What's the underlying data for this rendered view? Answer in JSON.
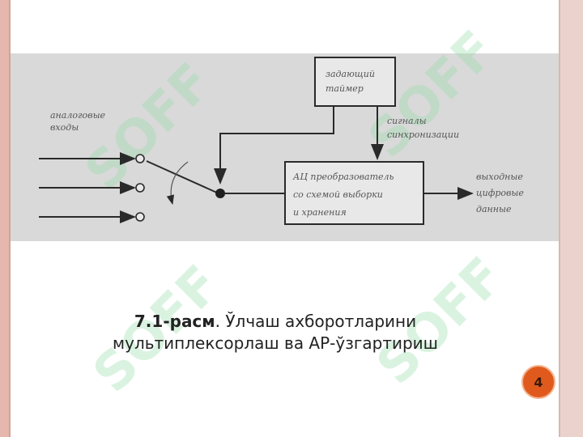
{
  "diagram": {
    "inputs_label": [
      "аналоговые",
      "входы"
    ],
    "timer_label": [
      "задающий",
      "таймер"
    ],
    "sync_label": [
      "сигналы",
      "синхронизации"
    ],
    "adc_label": [
      "АЦ преобразователь",
      "со схемой выборки",
      "и хранения"
    ],
    "outputs_label": [
      "выходные",
      "цифровые",
      "данные"
    ]
  },
  "caption": {
    "bold": "7.1-расм",
    "text_line1": ". Ўлчаш ахборотларини",
    "text_line2": "мультиплексорлаш ва АР-ўзгартириш"
  },
  "page_number": "4",
  "watermark": "SOFF",
  "colors": {
    "band": "#d9d9d9",
    "badge": "#e05a1e",
    "left_rail": "#e6b8ad"
  }
}
